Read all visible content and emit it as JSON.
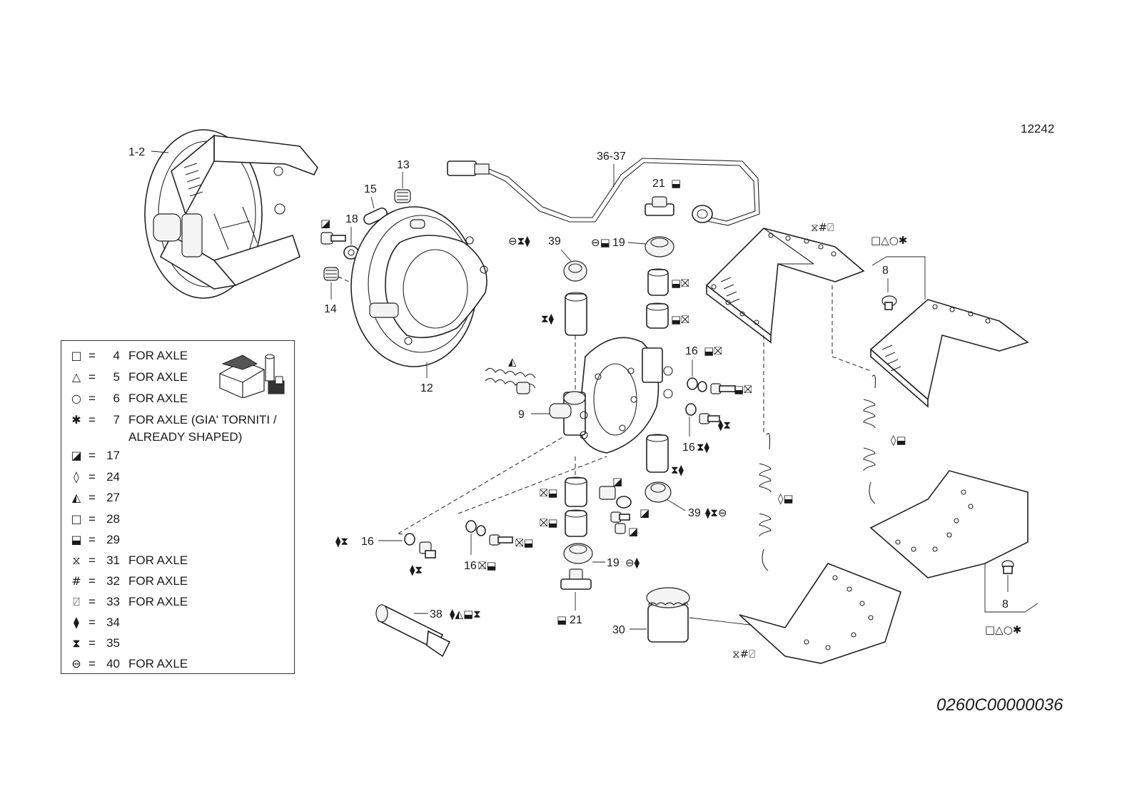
{
  "references": {
    "top_code": "12242",
    "bottom_code": "0260C00000036"
  },
  "callouts": {
    "c1_2": "1-2",
    "c13": "13",
    "c15": "15",
    "c18": "18",
    "c14": "14",
    "c12": "12",
    "c36_37": "36-37",
    "c21_top": "21",
    "c39_top": "39",
    "c19_top": "19",
    "c9": "9",
    "c16_a": "16",
    "c16_b": "16",
    "c16_c": "16",
    "c16_d": "16",
    "c39_bottom": "39",
    "c19_bottom": "19",
    "c21_bottom": "21",
    "c38": "38",
    "c30": "30",
    "c8_top": "8",
    "c8_bottom": "8"
  },
  "symbol_tags": {
    "s21_top": "⬓",
    "s39_top": "⊖⧗⧫",
    "s19_top": "⊖⬓",
    "s_bush1": "⬓⛝",
    "s_bush2": "⬓⛝",
    "s_bush_left": "⧗⧫",
    "s_spring_top": "◭",
    "s16_a": "⬓⛝",
    "s16_a_bolt": "⬓⛝",
    "s16_b": "⧫⧗",
    "s16_c": "⧗⧫",
    "s_bush3": "⧗⧫",
    "s39_bottom": "⧫⧗⊖",
    "s_nut": "◪",
    "s_screw1": "◪",
    "s_screw2": "◪",
    "s_bushL1": "⛝⬓",
    "s_bushL2": "⛝⬓",
    "s16_left": "⧫⧗",
    "s16_left_bolt": "⧫⧗",
    "s16_mid": "⛝⬓",
    "s16_mid_bolt": "⛝⬓",
    "s19_bottom": "⊖⧫",
    "s21_bottom": "⬓",
    "s38": "⧫◭⬓⧗",
    "s_spring_mid": "◊⬓",
    "s_spring_right": "◊⬓",
    "s_shoe_top": "⧖#⍁",
    "s_shoe_bottom": "⧖#⍁",
    "s8_top": "□△○✱",
    "s8_bottom": "□△○✱"
  },
  "legend": {
    "rows": [
      {
        "sym": "□",
        "num": "4",
        "text": "FOR AXLE"
      },
      {
        "sym": "△",
        "num": "5",
        "text": "FOR AXLE"
      },
      {
        "sym": "○",
        "num": "6",
        "text": "FOR AXLE"
      },
      {
        "sym": "✱",
        "num": "7",
        "text": "FOR AXLE (GIA' TORNITI /",
        "text2": "ALREADY SHAPED)"
      },
      {
        "sym": "◪",
        "num": "17",
        "text": ""
      },
      {
        "sym": "◊",
        "num": "24",
        "text": ""
      },
      {
        "sym": "◭",
        "num": "27",
        "text": ""
      },
      {
        "sym": "□",
        "num": "28",
        "text": ""
      },
      {
        "sym": "⬓",
        "num": "29",
        "text": ""
      },
      {
        "sym": "⧖",
        "num": "31",
        "text": "FOR AXLE"
      },
      {
        "sym": "#",
        "num": "32",
        "text": "FOR AXLE"
      },
      {
        "sym": "⍁",
        "num": "33",
        "text": "FOR AXLE"
      },
      {
        "sym": "⧫",
        "num": "34",
        "text": ""
      },
      {
        "sym": "⧗",
        "num": "35",
        "text": ""
      },
      {
        "sym": "⊖",
        "num": "40",
        "text": "FOR AXLE"
      }
    ]
  }
}
